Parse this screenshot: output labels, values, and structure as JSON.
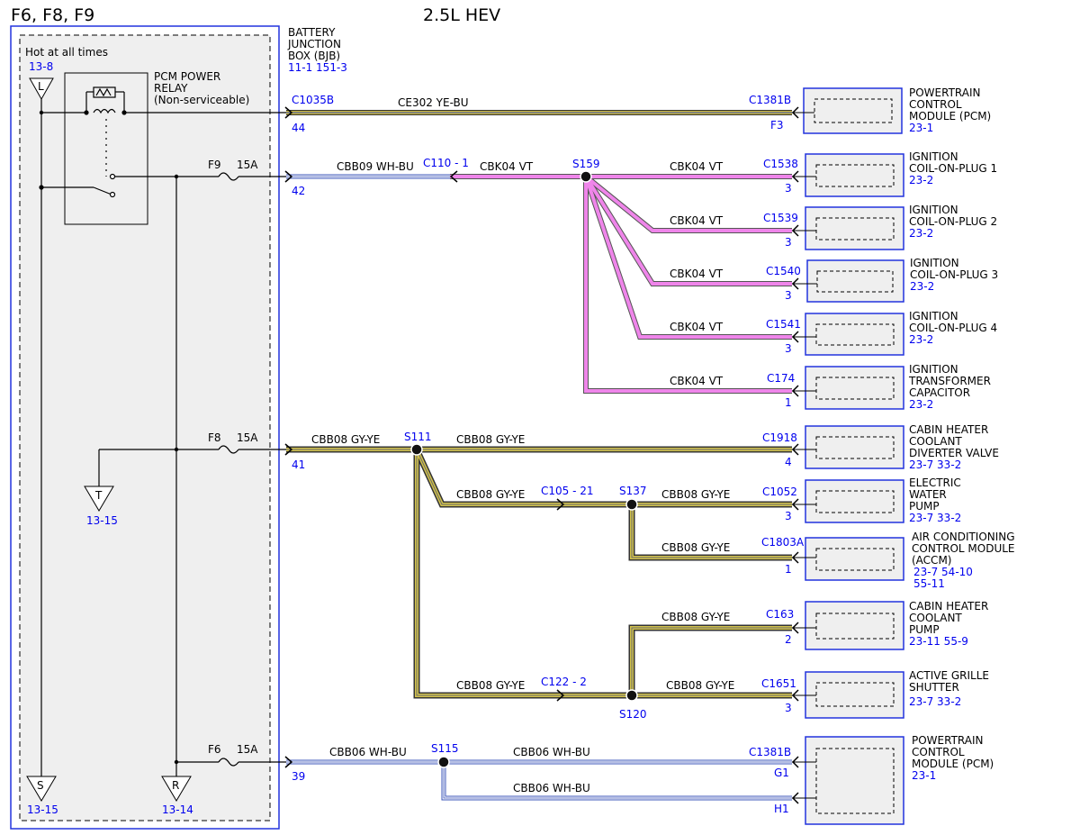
{
  "header": {
    "fuses": "F6, F8, F9",
    "engine": "2.5L HEV"
  },
  "colors": {
    "ye_bu": "#c8b43a",
    "vt": "#ef85ea",
    "gy_ye": "#8a8a3c",
    "wh_bu": "#ffffff",
    "ref": "#0000ee",
    "box_blue": "#2233dd"
  },
  "bjb": {
    "hot_label": "Hot at all times",
    "hot_ref": "13-8",
    "relay_label": [
      "PCM POWER",
      "RELAY",
      "(Non-serviceable)"
    ],
    "fuse_names": [
      "F9",
      "F8",
      "F6"
    ],
    "fuse_ratings": [
      "15A",
      "15A",
      "15A"
    ],
    "name_lines": [
      "BATTERY",
      "JUNCTION",
      "BOX (BJB)"
    ],
    "refs": "11-1   151-3",
    "pins": [
      "44",
      "42",
      "41",
      "39"
    ],
    "flags": [
      {
        "letter": "L",
        "ref": "13-8"
      },
      {
        "letter": "T",
        "ref": "13-15"
      },
      {
        "letter": "S",
        "ref": "13-15"
      },
      {
        "letter": "R",
        "ref": "13-14"
      }
    ]
  },
  "connectors": {
    "bjb_top": "C1035B",
    "c110": "C110 - 1",
    "c105": "C105 - 21",
    "c122": "C122 - 2"
  },
  "splices": [
    "S159",
    "S111",
    "S137",
    "S120",
    "S115"
  ],
  "wires": {
    "ce302": "CE302   YE-BU",
    "cbb09": "CBB09   WH-BU",
    "cbk04": "CBK04   VT",
    "cbb08": "CBB08   GY-YE",
    "cbb06": "CBB06   WH-BU"
  },
  "components": [
    {
      "connector": "C1381B",
      "pin": "F3",
      "name": [
        "POWERTRAIN",
        "CONTROL",
        "MODULE (PCM)"
      ],
      "ref": "23-1"
    },
    {
      "connector": "C1538",
      "pin": "3",
      "name": [
        "IGNITION",
        "COIL-ON-PLUG 1"
      ],
      "ref": "23-2"
    },
    {
      "connector": "C1539",
      "pin": "3",
      "name": [
        "IGNITION",
        "COIL-ON-PLUG 2"
      ],
      "ref": "23-2"
    },
    {
      "connector": "C1540",
      "pin": "3",
      "name": [
        "IGNITION",
        "COIL-ON-PLUG 3"
      ],
      "ref": "23-2"
    },
    {
      "connector": "C1541",
      "pin": "3",
      "name": [
        "IGNITION",
        "COIL-ON-PLUG 4"
      ],
      "ref": "23-2"
    },
    {
      "connector": "C174",
      "pin": "1",
      "name": [
        "IGNITION",
        "TRANSFORMER",
        "CAPACITOR"
      ],
      "ref": "23-2"
    },
    {
      "connector": "C1918",
      "pin": "4",
      "name": [
        "CABIN HEATER",
        "COOLANT",
        "DIVERTER VALVE"
      ],
      "ref": "23-7   33-2"
    },
    {
      "connector": "C1052",
      "pin": "3",
      "name": [
        "ELECTRIC",
        "WATER",
        "PUMP"
      ],
      "ref": "23-7   33-2"
    },
    {
      "connector": "C1803A",
      "pin": "1",
      "name": [
        "AIR CONDITIONING",
        "CONTROL MODULE",
        "(ACCM)"
      ],
      "ref": "23-7   54-10",
      "ref2": "55-11"
    },
    {
      "connector": "C163",
      "pin": "2",
      "name": [
        "CABIN HEATER",
        "COOLANT",
        "PUMP"
      ],
      "ref": "23-11 55-9"
    },
    {
      "connector": "C1651",
      "pin": "3",
      "name": [
        "ACTIVE GRILLE",
        "SHUTTER"
      ],
      "ref": "23-7   33-2"
    },
    {
      "connector": "C1381B",
      "pin": "G1",
      "pin2": "H1",
      "name": [
        "POWERTRAIN",
        "CONTROL",
        "MODULE (PCM)"
      ],
      "ref": "23-1"
    }
  ]
}
